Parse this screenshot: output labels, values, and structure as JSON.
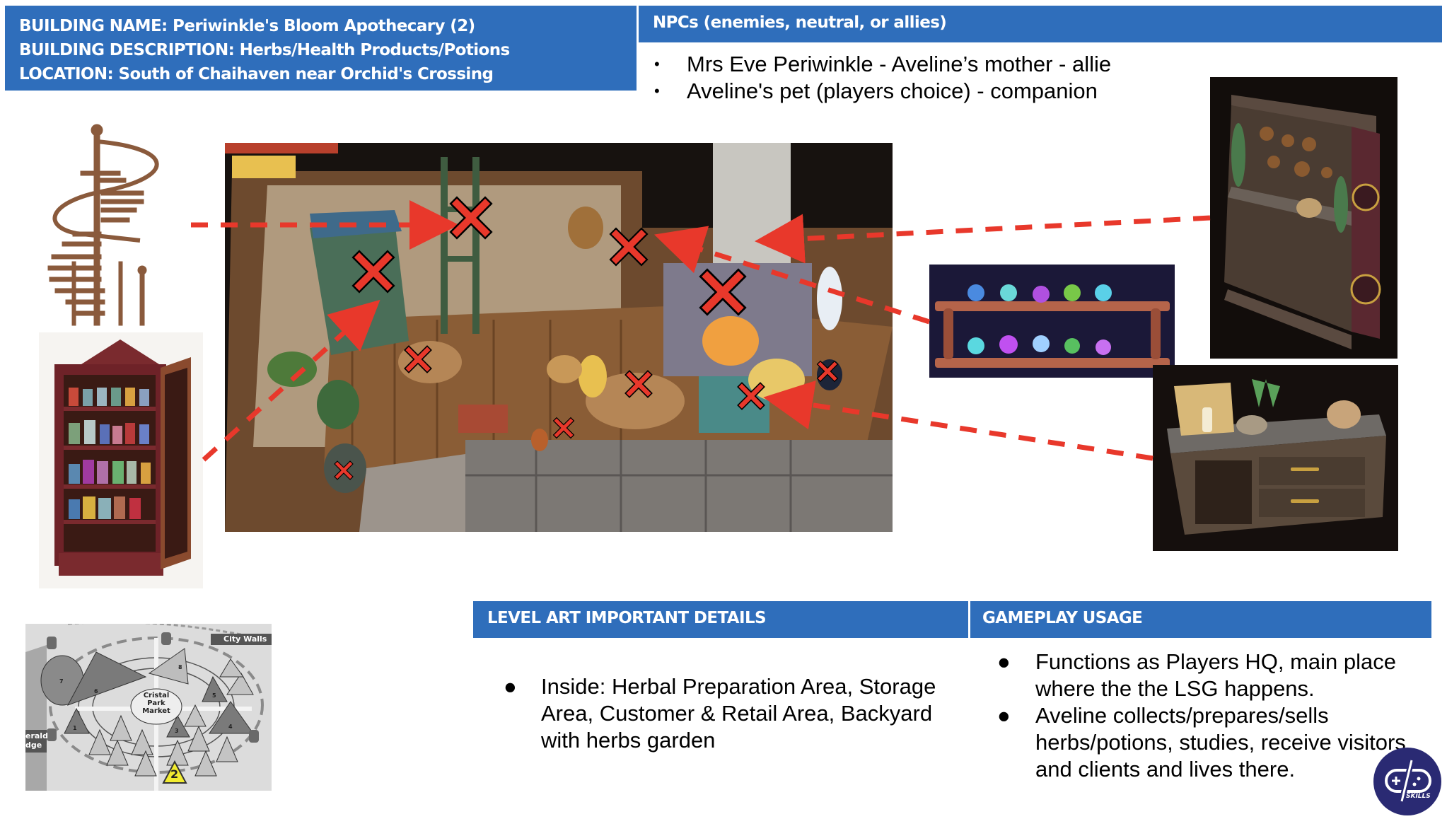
{
  "building_header": {
    "name_line": "BUILDING NAME: Periwinkle's Bloom Apothecary (2)",
    "description_line": "BUILDING DESCRIPTION: Herbs/Health Products/Potions",
    "location_line": "LOCATION: South of Chaihaven near Orchid's Crossing"
  },
  "npcs": {
    "title": "NPCs (enemies, neutral, or allies)",
    "items": [
      "Mrs Eve Periwinkle - Aveline’s mother - allie",
      "Aveline's pet (players choice) - companion"
    ]
  },
  "level_art": {
    "title": "LEVEL ART IMPORTANT DETAILS",
    "items": [
      "Inside: Herbal Preparation Area, Storage Area, Customer & Retail Area, Backyard  with herbs garden"
    ]
  },
  "gameplay": {
    "title": "GAMEPLAY USAGE",
    "items": [
      "Functions as Players HQ, main place where the the LSG happens.",
      "Aveline collects/prepares/sells herbs/potions, studies, receive visitors and clients and lives there."
    ]
  },
  "minimap": {
    "center_label_1": "Cristal",
    "center_label_2": "Park",
    "center_label_3": "Market",
    "city_walls_label": "City Walls",
    "left_label_1": "erald",
    "left_label_2": "dge",
    "building_numbers": [
      "1",
      "3",
      "4",
      "5",
      "6",
      "7",
      "8"
    ],
    "current_building": "2"
  },
  "logo": {
    "text": "SKILLS"
  },
  "colors": {
    "header_blue": "#2f6ebb",
    "annotation_red": "#e8382b",
    "logo_navy": "#2a2a73"
  },
  "bullet": "•"
}
